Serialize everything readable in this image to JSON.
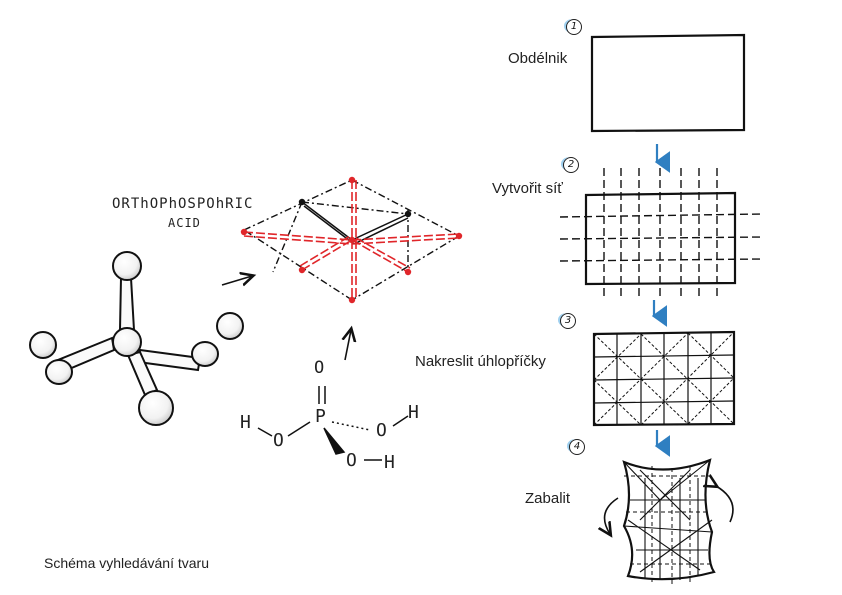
{
  "molecule": {
    "title_line1": "ORThOPhOSPOhRIC",
    "title_line2": "ACID"
  },
  "formula": {
    "atom_O_top": "O",
    "atom_P": "P",
    "atom_H_left": "H",
    "atom_O_left": "O",
    "atom_O_right": "O",
    "atom_H_right": "H",
    "atom_O_bottom": "O",
    "atom_H_bottom": "H"
  },
  "steps": [
    {
      "number": "1",
      "label": "Obdélnik"
    },
    {
      "number": "2",
      "label": "Vytvořit síť"
    },
    {
      "number": "3",
      "label": "Nakreslit úhlopříčky"
    },
    {
      "number": "4",
      "label": "Zabalit"
    }
  ],
  "caption": "Schéma vyhledávání tvaru",
  "colors": {
    "ink": "#111111",
    "highlight_red": "#e0262a",
    "arrow_blue": "#2f7fc1"
  }
}
